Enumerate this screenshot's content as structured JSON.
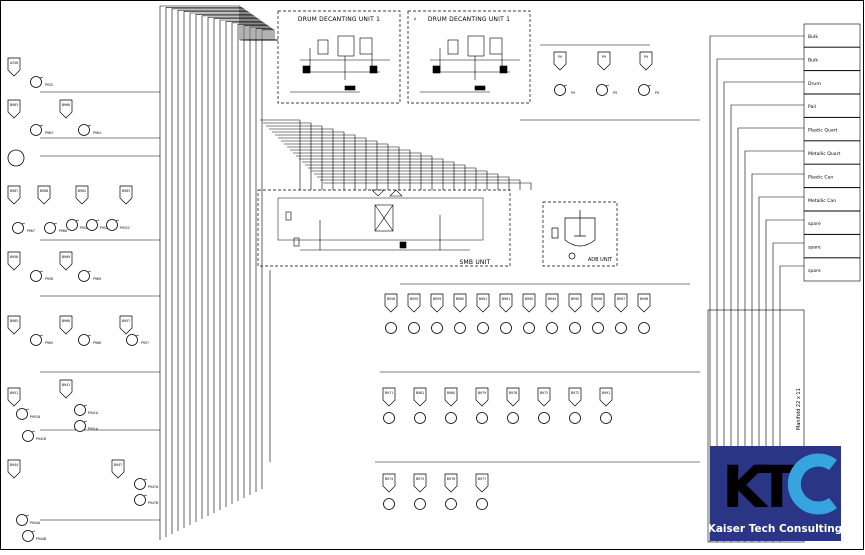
{
  "units": {
    "drum_decanting_1": "DRUM DECANTING UNIT 1",
    "drum_decanting_2": "DRUM DECANTING UNIT 1",
    "drum_decanting_2_mark": "A",
    "smb_unit": "SMB UNIT",
    "adb_unit": "ADB UNIT"
  },
  "manifold_label": "Manifold 22 x 11",
  "outlets": [
    "Bulk",
    "Bulk",
    "Drum",
    "Pail",
    "Plastic Quart",
    "Metallic Quart",
    "Plastic Can",
    "Metallic Can",
    "spare",
    "spare",
    "spare"
  ],
  "left_tanks": [
    "A336",
    "B963",
    "B966",
    "B967",
    "B968",
    "B962",
    "B963",
    "B958",
    "B969",
    "B965",
    "B966",
    "B957",
    "B941",
    "B951",
    "B944",
    "B947"
  ],
  "left_pumps": [
    "P932",
    "P963",
    "P964",
    "P967",
    "P968",
    "P952A",
    "P952B",
    "P952C",
    "P958",
    "P969",
    "P965",
    "P966",
    "P957",
    "P941A",
    "P951A",
    "P951B",
    "P941B",
    "P944A",
    "P944B",
    "P947A",
    "P947B"
  ],
  "right_pumps": [
    "P9",
    "P9",
    "P9"
  ],
  "row1_tanks": [
    "B958",
    "B959",
    "B959",
    "B960",
    "B961",
    "B961",
    "B990",
    "B994",
    "B995",
    "B996",
    "B997",
    "B998"
  ],
  "row2_tanks": [
    "B971",
    "B981",
    "B980",
    "B979",
    "B978",
    "B973",
    "B972",
    "B991"
  ],
  "row3_tanks": [
    "B974",
    "B975",
    "B976",
    "B977"
  ],
  "logo": {
    "letters": "KTC",
    "company": "Kaiser Tech Consulting",
    "bg_color": "#2b3585",
    "c_color": "#35a4df",
    "k_color": "#ffffff"
  }
}
